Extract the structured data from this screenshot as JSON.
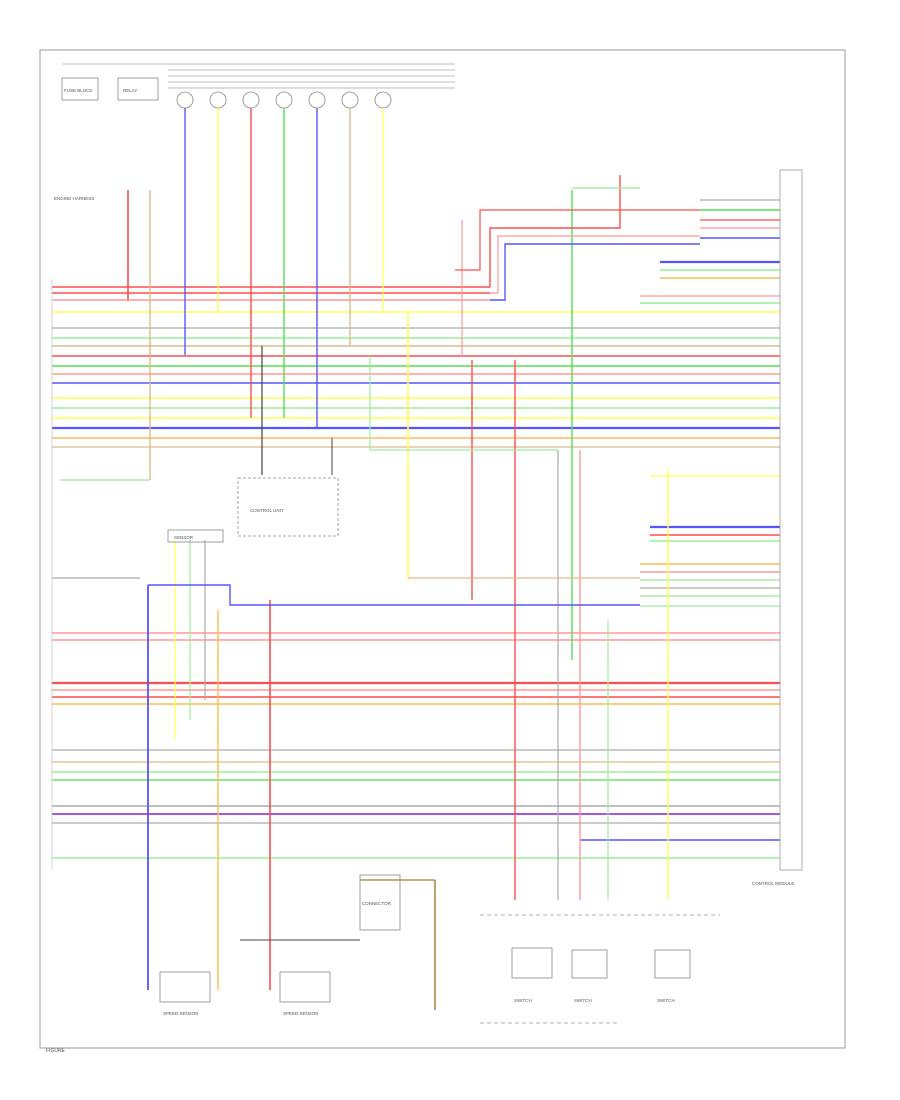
{
  "diagram": {
    "colors": {
      "border": "#999999",
      "red": "#ff4d4d",
      "pink": "#ff9999",
      "blue": "#5555ff",
      "green": "#55dd55",
      "lightgreen": "#99ee99",
      "yellow": "#ffff55",
      "orange": "#ffbb55",
      "tan": "#ddbb88",
      "gray": "#aaaaaa",
      "purple": "#aa55dd",
      "brown": "#aa7733",
      "black": "#444444"
    },
    "components": [
      {
        "id": "left-connector-block",
        "label": "ENGINE HARNESS"
      },
      {
        "id": "top-fuse-block",
        "label": "FUSE BLOCK"
      },
      {
        "id": "top-relay",
        "label": "RELAY"
      },
      {
        "id": "center-control-unit",
        "label": "CONTROL UNIT"
      },
      {
        "id": "left-sensor-module",
        "label": "SENSOR"
      },
      {
        "id": "right-control-module",
        "label": "CONTROL MODULE"
      },
      {
        "id": "bottom-sensor-1",
        "label": "SPEED SENSOR"
      },
      {
        "id": "bottom-sensor-2",
        "label": "SPEED SENSOR"
      },
      {
        "id": "bottom-switch-1",
        "label": "SWITCH"
      },
      {
        "id": "bottom-switch-2",
        "label": "SWITCH"
      },
      {
        "id": "bottom-switch-3",
        "label": "SWITCH"
      },
      {
        "id": "bottom-connector",
        "label": "CONNECTOR"
      }
    ],
    "corner_label": "FIGURE"
  }
}
